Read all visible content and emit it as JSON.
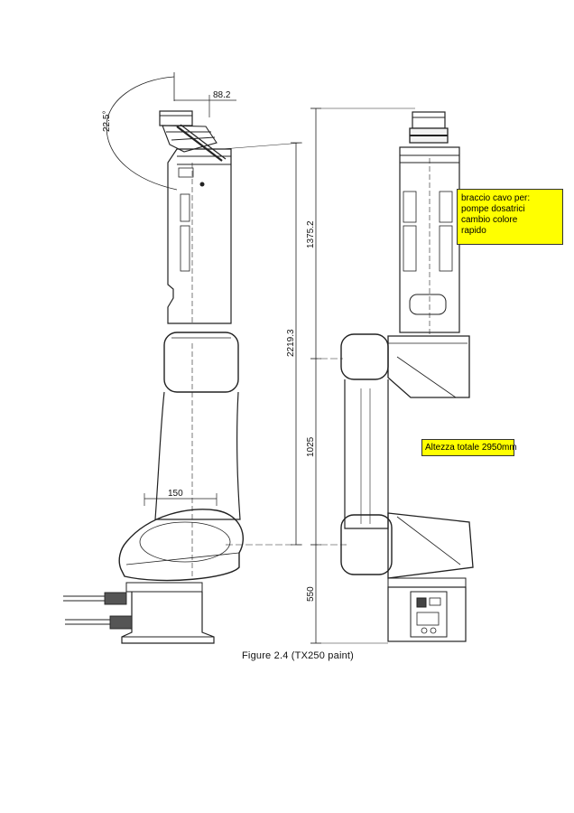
{
  "figure": {
    "caption": "Figure 2.4 (TX250 paint)"
  },
  "dimensions": {
    "wrist_offset": "88.2",
    "wrist_angle": "22.5°",
    "forearm_height": "1375.2",
    "reach_height": "2219.3",
    "arm_length": "1025",
    "base_height": "550",
    "base_offset": "150"
  },
  "annotations": {
    "hollow_arm_lines": [
      "braccio cavo per:",
      "pompe dosatrici",
      "cambio colore",
      "rapido"
    ],
    "total_height": "Altezza totale 2950mm"
  },
  "colors": {
    "note_background": "#ffff00",
    "line": "#222222"
  }
}
